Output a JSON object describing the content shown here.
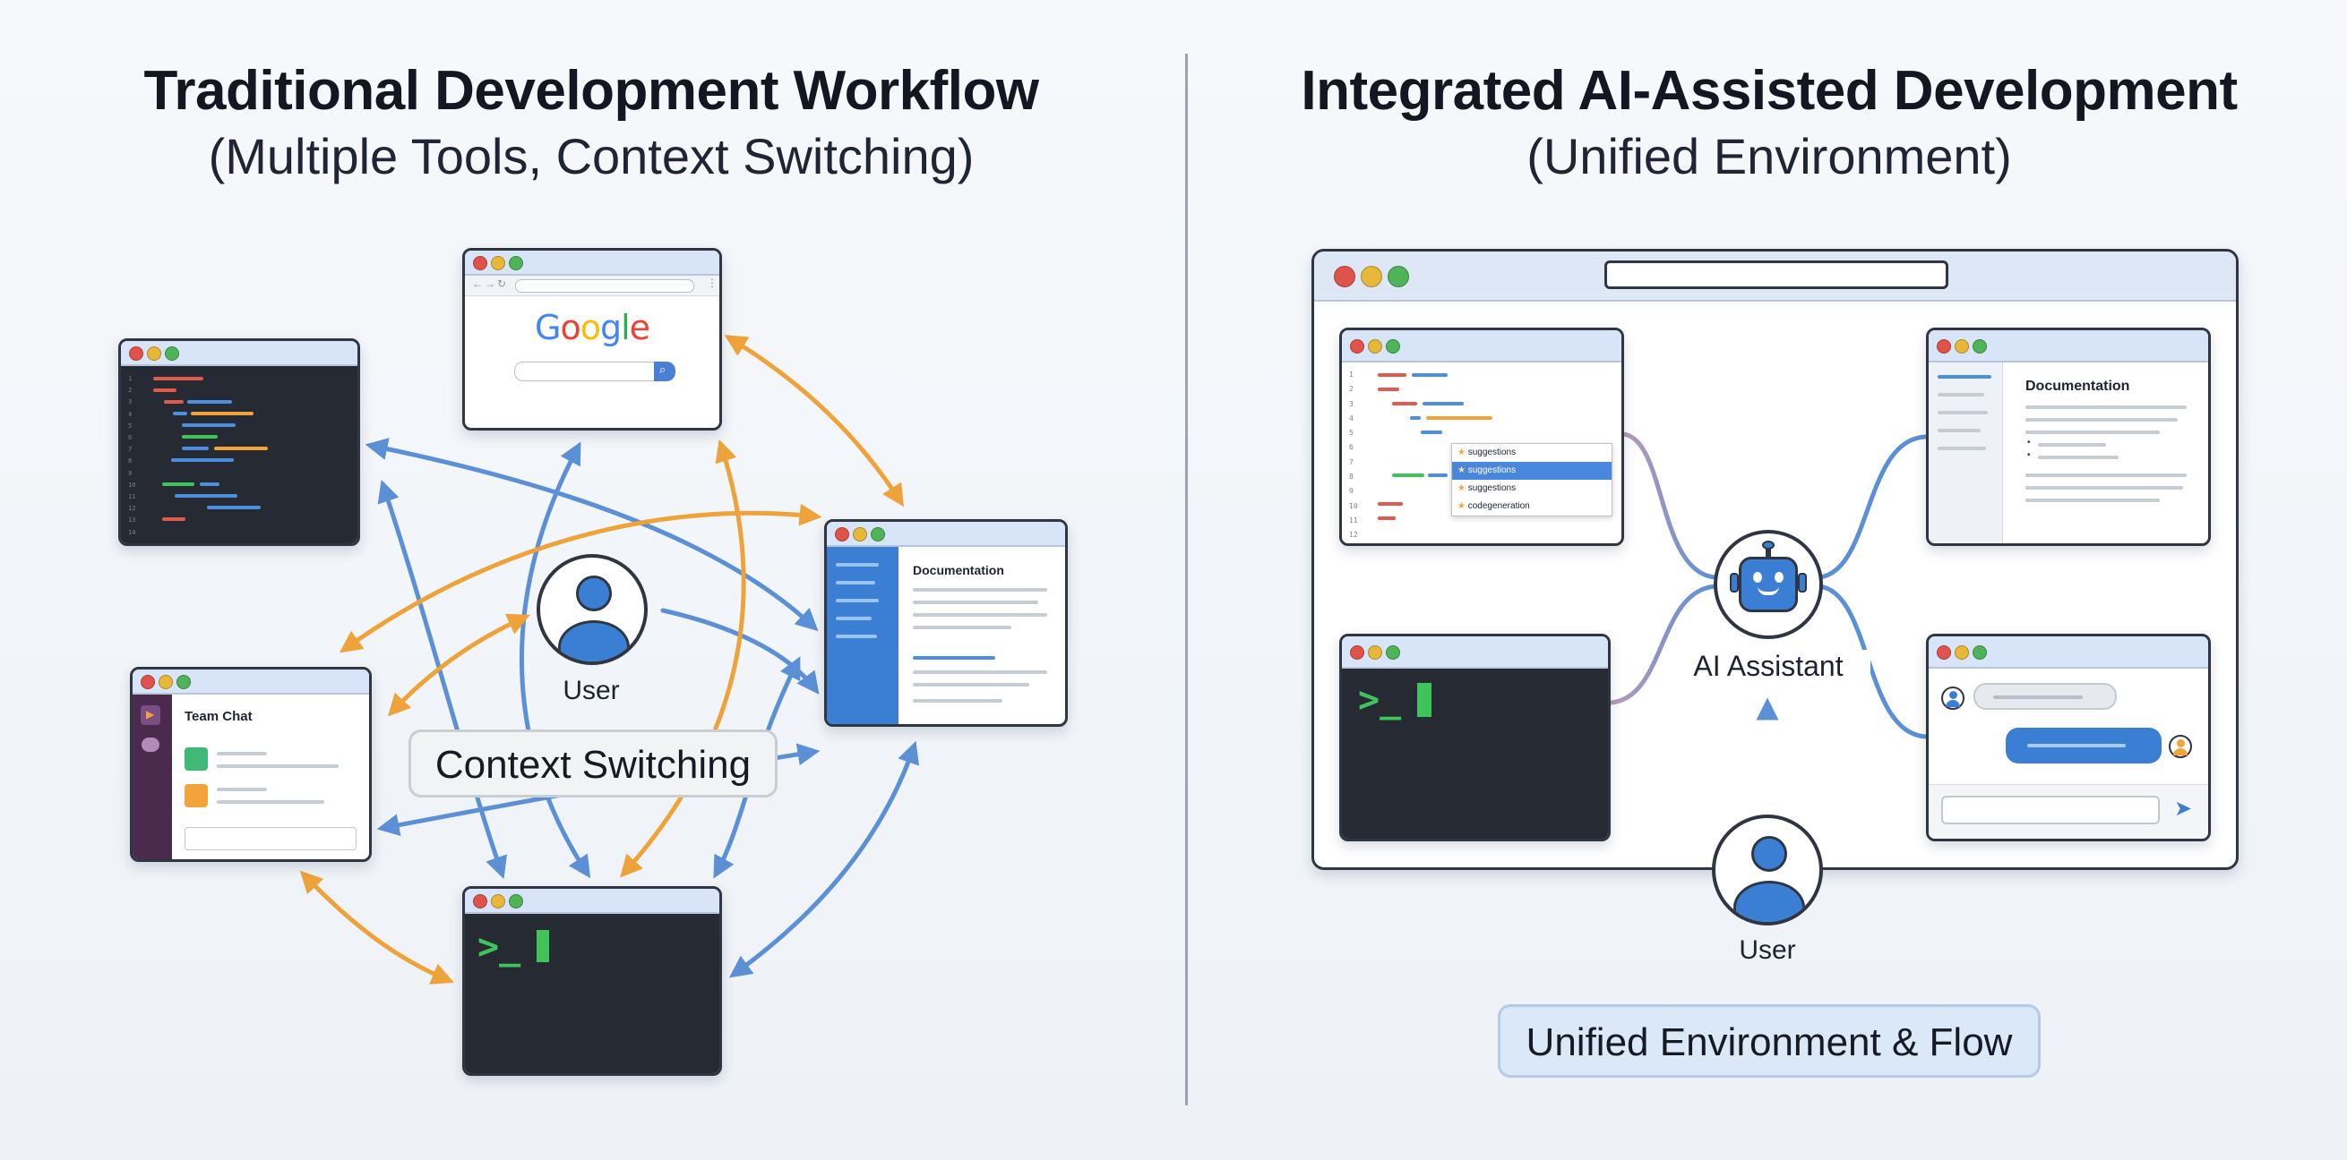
{
  "left": {
    "title": "Traditional Development Workflow",
    "subtitle": "(Multiple Tools, Context Switching)",
    "google_logo": "Google",
    "documentation_title": "Documentation",
    "team_chat_title": "Team Chat",
    "user_label": "User",
    "context_switching_label": "Context Switching",
    "terminal_prompt": ">_",
    "code_line_numbers": [
      "1",
      "2",
      "3",
      "4",
      "5",
      "6",
      "7",
      "8",
      "9",
      "10",
      "11",
      "12",
      "13",
      "14"
    ]
  },
  "right": {
    "title": "Integrated AI-Assisted Development",
    "subtitle": "(Unified Environment)",
    "documentation_title": "Documentation",
    "ai_label": "AI Assistant",
    "user_label": "User",
    "unified_label": "Unified Environment & Flow",
    "terminal_prompt": ">_",
    "code_line_numbers": [
      "1",
      "2",
      "3",
      "4",
      "5",
      "6",
      "7",
      "8",
      "9",
      "10",
      "11",
      "12"
    ],
    "autocomplete_items": [
      "suggestions",
      "suggestions",
      "suggestions",
      "codegeneration"
    ]
  },
  "colors": {
    "blue_arrow": "#5b8fd6",
    "orange_arrow": "#eea33a",
    "accent_blue": "#3b7fd4",
    "terminal_green": "#3fc45b",
    "dark_panel": "#262b33"
  },
  "icons": {
    "robot": "robot-icon",
    "user": "user-avatar-icon",
    "send": "send-icon",
    "search": "search-icon"
  }
}
